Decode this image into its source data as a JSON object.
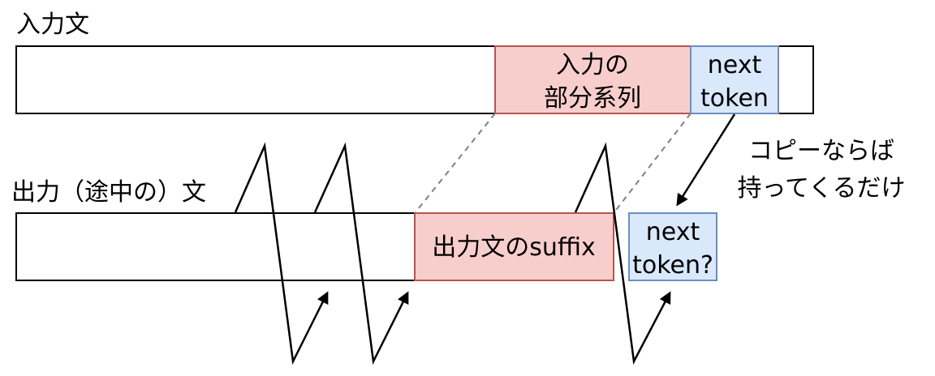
{
  "labels": {
    "input_sentence": "入力文",
    "output_sentence": "出力（途中の）文",
    "copy_note_line1": "コピーならば",
    "copy_note_line2": "持ってくるだけ"
  },
  "input_subsequence": {
    "line1": "入力の",
    "line2": "部分系列"
  },
  "input_next_token": {
    "line1": "next",
    "line2": "token"
  },
  "output_suffix": {
    "label": "出力文のsuffix"
  },
  "output_next_token": {
    "line1": "next",
    "line2": "token?"
  },
  "colors": {
    "red_fill": "#f8cecc",
    "red_stroke": "#b85450",
    "blue_fill": "#dae8fc",
    "blue_stroke": "#6c8ebf",
    "line": "#000000",
    "dashed": "#808080"
  }
}
